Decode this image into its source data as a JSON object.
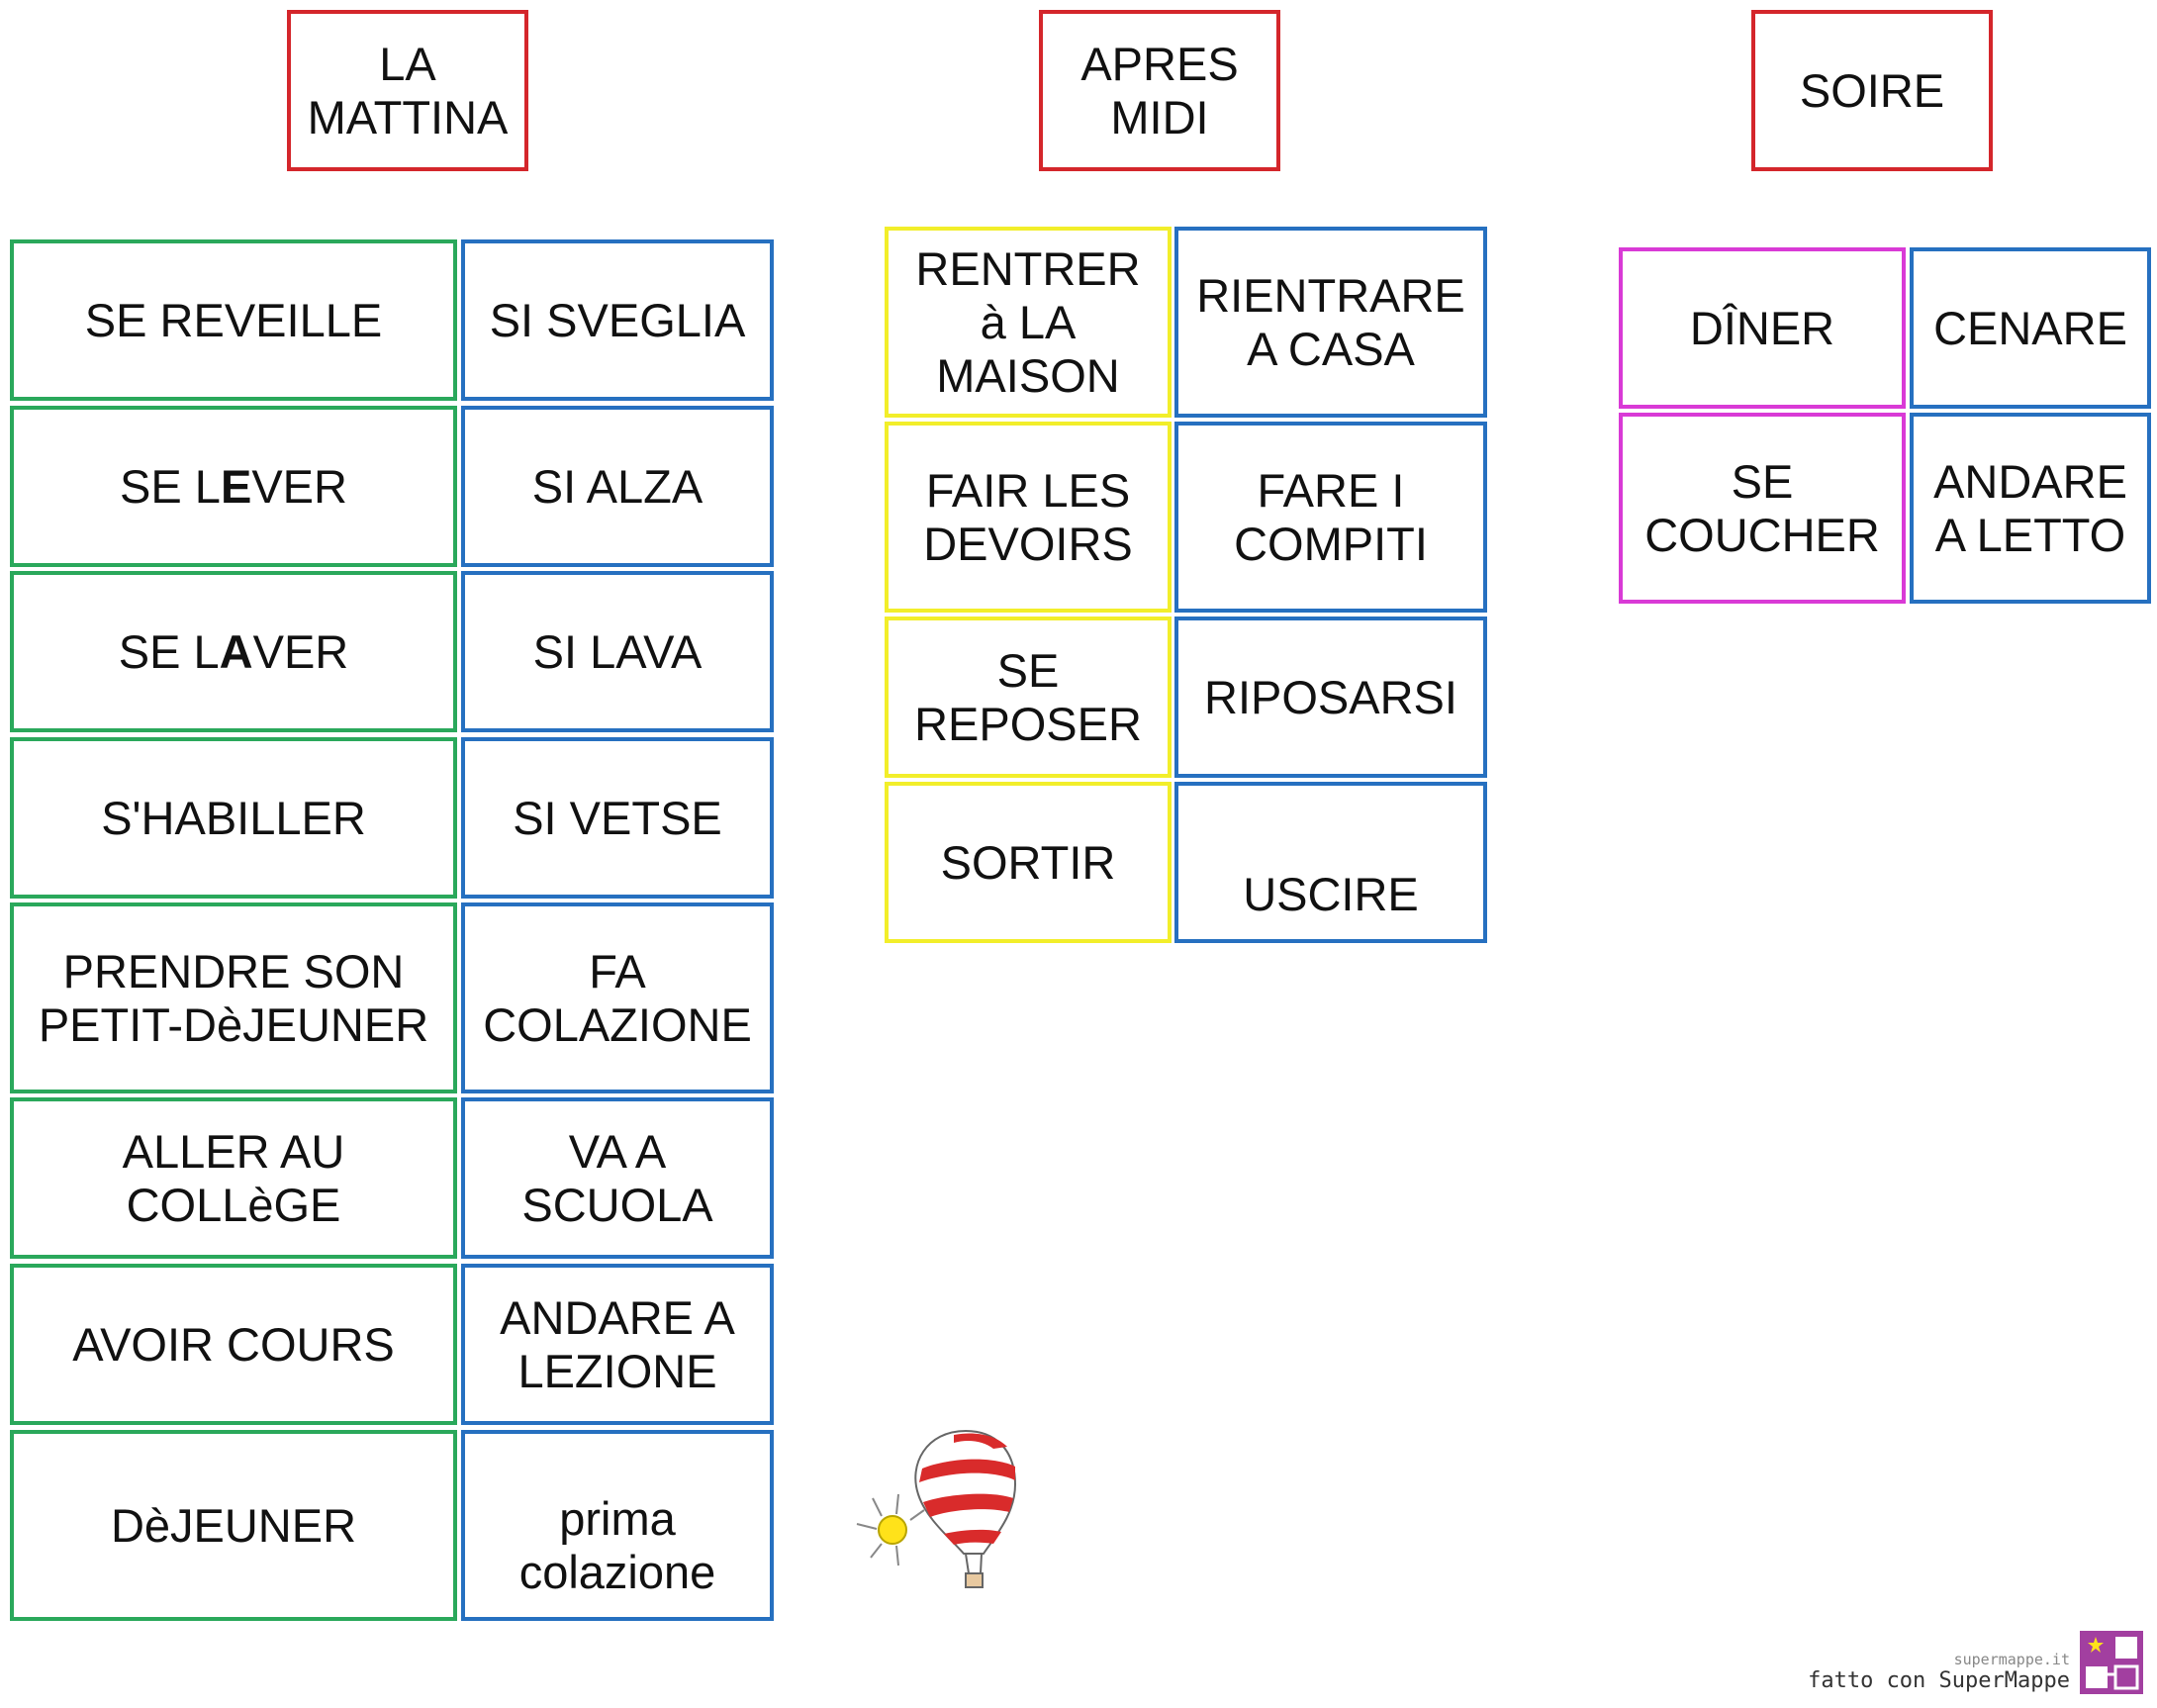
{
  "headers": {
    "morning": "LA\nMATTINA",
    "afternoon": "APRES\nMIDI",
    "evening": "SOIRE"
  },
  "morning": [
    {
      "fr": "SE REVEILLE",
      "it": "SI SVEGLIA"
    },
    {
      "fr_pre": "SE L",
      "fr_bold": "E",
      "fr_post": "VER",
      "it": "SI ALZA"
    },
    {
      "fr_pre": "SE L",
      "fr_bold": "A",
      "fr_post": "VER",
      "it": "SI LAVA"
    },
    {
      "fr": "S'HABILLER",
      "it": "SI VETSE"
    },
    {
      "fr": "PRENDRE SON\nPETIT-DèJEUNER",
      "it": "FA\nCOLAZIONE"
    },
    {
      "fr": "ALLER AU\nCOLLèGE",
      "it": "VA A\nSCUOLA"
    },
    {
      "fr": "AVOIR COURS",
      "it": "ANDARE A\nLEZIONE"
    },
    {
      "fr": "DèJEUNER",
      "it": "prima\ncolazione"
    }
  ],
  "afternoon": [
    {
      "fr": "RENTRER\nà LA\nMAISON",
      "it": "RIENTRARE\nA CASA"
    },
    {
      "fr": "FAIR LES\nDEVOIRS",
      "it": "FARE I\nCOMPITI"
    },
    {
      "fr": "SE\nREPOSER",
      "it": "RIPOSARSI"
    },
    {
      "fr": "SORTIR",
      "it": "USCIRE"
    }
  ],
  "evening": [
    {
      "fr": "DÎNER",
      "it": "CENARE"
    },
    {
      "fr": "SE\nCOUCHER",
      "it": "ANDARE\nA LETTO"
    }
  ],
  "footer": {
    "site": "supermappe.it",
    "credit": "fatto con SuperMappe"
  },
  "colors": {
    "header_border": "#d4262b",
    "morning_fr_border": "#2aa85b",
    "translation_border": "#2670c0",
    "afternoon_fr_border": "#f2ee2a",
    "evening_fr_border": "#d93ad6",
    "logo": "#a23fa0"
  },
  "icons": [
    "hot-air-balloon-icon",
    "sun-icon",
    "supermappe-logo-icon"
  ]
}
